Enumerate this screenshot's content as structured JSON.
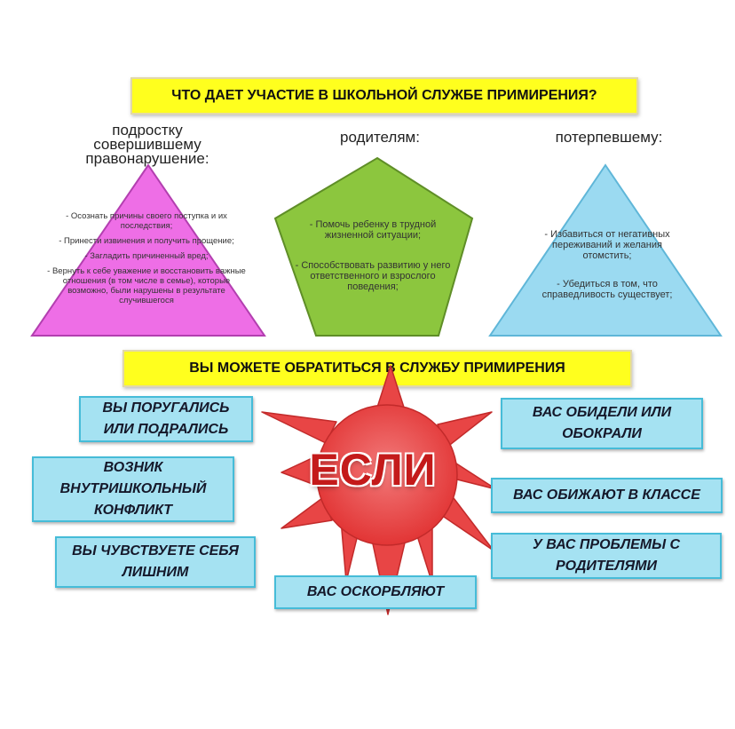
{
  "banner_top": "ЧТО ДАЕТ УЧАСТИЕ В ШКОЛЬНОЙ СЛУЖБЕ ПРИМИРЕНИЯ?",
  "banner_mid": "ВЫ МОЖЕТЕ ОБРАТИТЬСЯ В СЛУЖБУ ПРИМИРЕНИЯ",
  "groups": {
    "teen": {
      "heading": "подростку совершившему правонарушение:",
      "items": [
        "- Осознать причины своего поступка и их последствия;",
        "- Принести извинения и получить прощение;",
        "- Загладить причиненный вред;",
        "- Вернуть к себе уважение и восстановить важные отношения (в том числе в семье), которые возможно, были нарушены в результате случившегося"
      ]
    },
    "parents": {
      "heading": "родителям:",
      "items": [
        "- Помочь ребенку в трудной жизненной ситуации;",
        "- Способствовать развитию у него ответственного и взрослого поведения;"
      ]
    },
    "victim": {
      "heading": "потерпевшему:",
      "items": [
        "- Избавиться от негативных переживаний и желания отомстить;",
        "- Убедиться в том, что справедливость существует;"
      ]
    }
  },
  "sun_word": "ЕСЛИ",
  "cases": {
    "quarrel": "ВЫ ПОРУГАЛИСЬ ИЛИ ПОДРАЛИСЬ",
    "conflict": "ВОЗНИК ВНУТРИШКОЛЬНЫЙ КОНФЛИКТ",
    "unwanted": "ВЫ ЧУВСТВУЕТЕ СЕБЯ ЛИШНИМ",
    "insult": "ВАС ОСКОРБЛЯЮТ",
    "robbed": "ВАС ОБИДЕЛИ ИЛИ ОБОКРАЛИ",
    "class": "ВАС ОБИЖАЮТ В КЛАССЕ",
    "parents": "У ВАС ПРОБЛЕМЫ С РОДИТЕЛЯМИ"
  },
  "colors": {
    "banner": "#ffff1e",
    "triangle_pink": "#ee6ee6",
    "pentagon_green": "#8cc63e",
    "triangle_blue": "#9bdaf1",
    "sun_red": "#e63b3b",
    "case_box": "#a5e2f2"
  }
}
